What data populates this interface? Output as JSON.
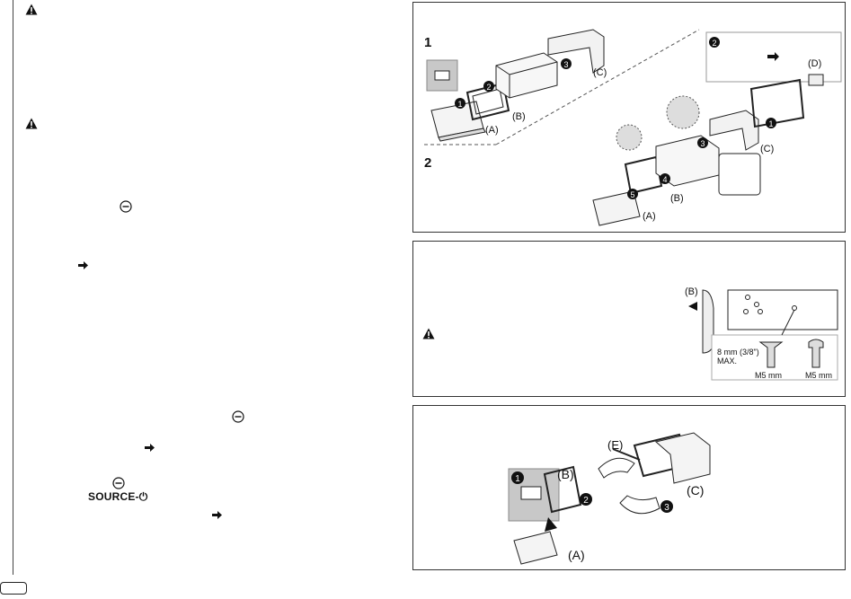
{
  "left_column": {
    "warning_icons": [
      "warning-icon",
      "warning-icon"
    ],
    "inline_icons": [
      "minus-circle-icon",
      "minus-circle-icon",
      "minus-circle-icon"
    ],
    "arrow_icons": [
      "right-arrow-icon",
      "right-arrow-icon",
      "right-arrow-icon"
    ],
    "source_button_label": "SOURCE-⏻"
  },
  "panel_install": {
    "step1": "1",
    "step2": "2",
    "labels": {
      "a1": "(A)",
      "b1": "(B)",
      "c1": "(C)",
      "d": "(D)",
      "c2": "(C)",
      "b2": "(B)",
      "a2": "(A)"
    }
  },
  "panel_screw": {
    "label_b": "(B)",
    "dimension": "8 mm (3/8\")",
    "max": "MAX.",
    "m5_left": "M5 mm",
    "m5_right": "M5 mm"
  },
  "panel_remove": {
    "labels": {
      "e": "(E)",
      "b": "(B)",
      "c": "(C)",
      "a": "(A)"
    }
  }
}
